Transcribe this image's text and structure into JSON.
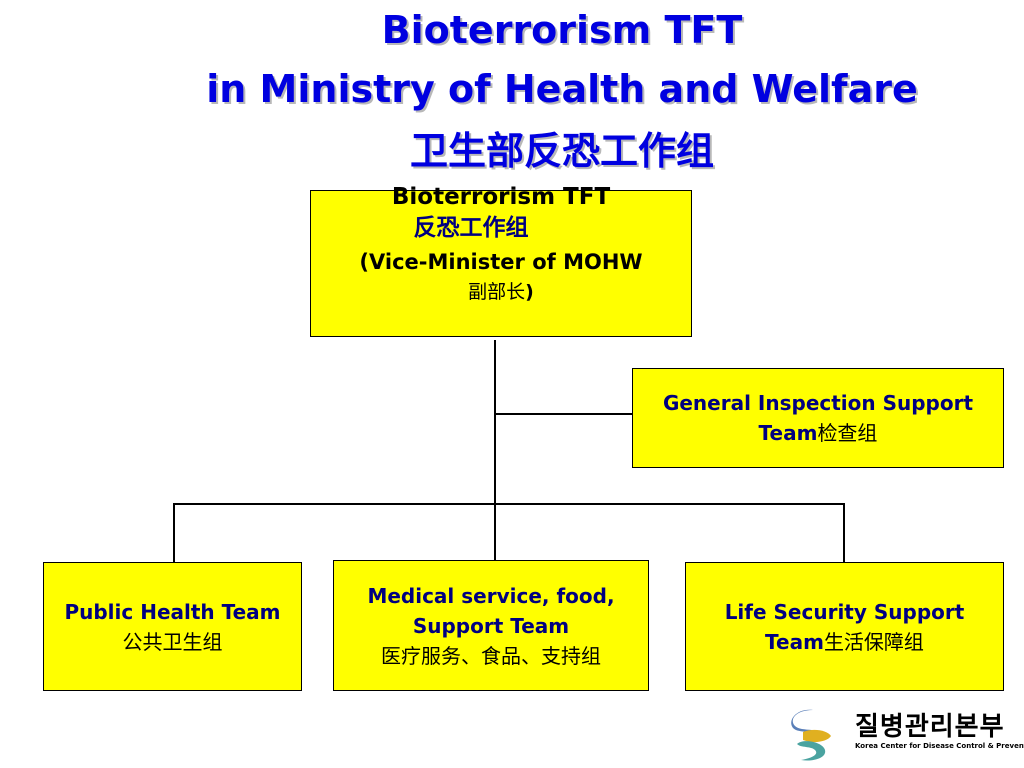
{
  "title": {
    "line1": "Bioterrorism TFT",
    "line2": "in Ministry of Health and Welfare",
    "line3": "卫生部反恐工作组"
  },
  "org": {
    "root": {
      "name_en": "Bioterrorism TFT",
      "name_cn": "反恐工作组",
      "head_en": "(Vice-Minister of MOHW",
      "head_cn": "副部长",
      "head_close": ")"
    },
    "general_inspection": {
      "name_en": "General Inspection Support",
      "name_en2": "Team",
      "name_cn": "检查组"
    },
    "public_health": {
      "name_en": "Public Health Team",
      "name_cn": "公共卫生组"
    },
    "medical_service": {
      "name_en": "Medical service, food,",
      "name_en2": "Support Team",
      "name_cn": "医疗服务、食品、支持组"
    },
    "life_security": {
      "name_en": "Life Security Support",
      "name_en2": "Team",
      "name_cn": "生活保障组"
    }
  },
  "logo": {
    "name_ko": "질병관리본부",
    "name_en": "Korea Center for Disease Control & Prevention",
    "colors": {
      "blue": "#5a7fb8",
      "teal": "#4aa3a0",
      "gold": "#e0b020"
    }
  },
  "colors": {
    "title": "#0000e0",
    "box_fill": "#ffff00",
    "navy": "#000080"
  }
}
